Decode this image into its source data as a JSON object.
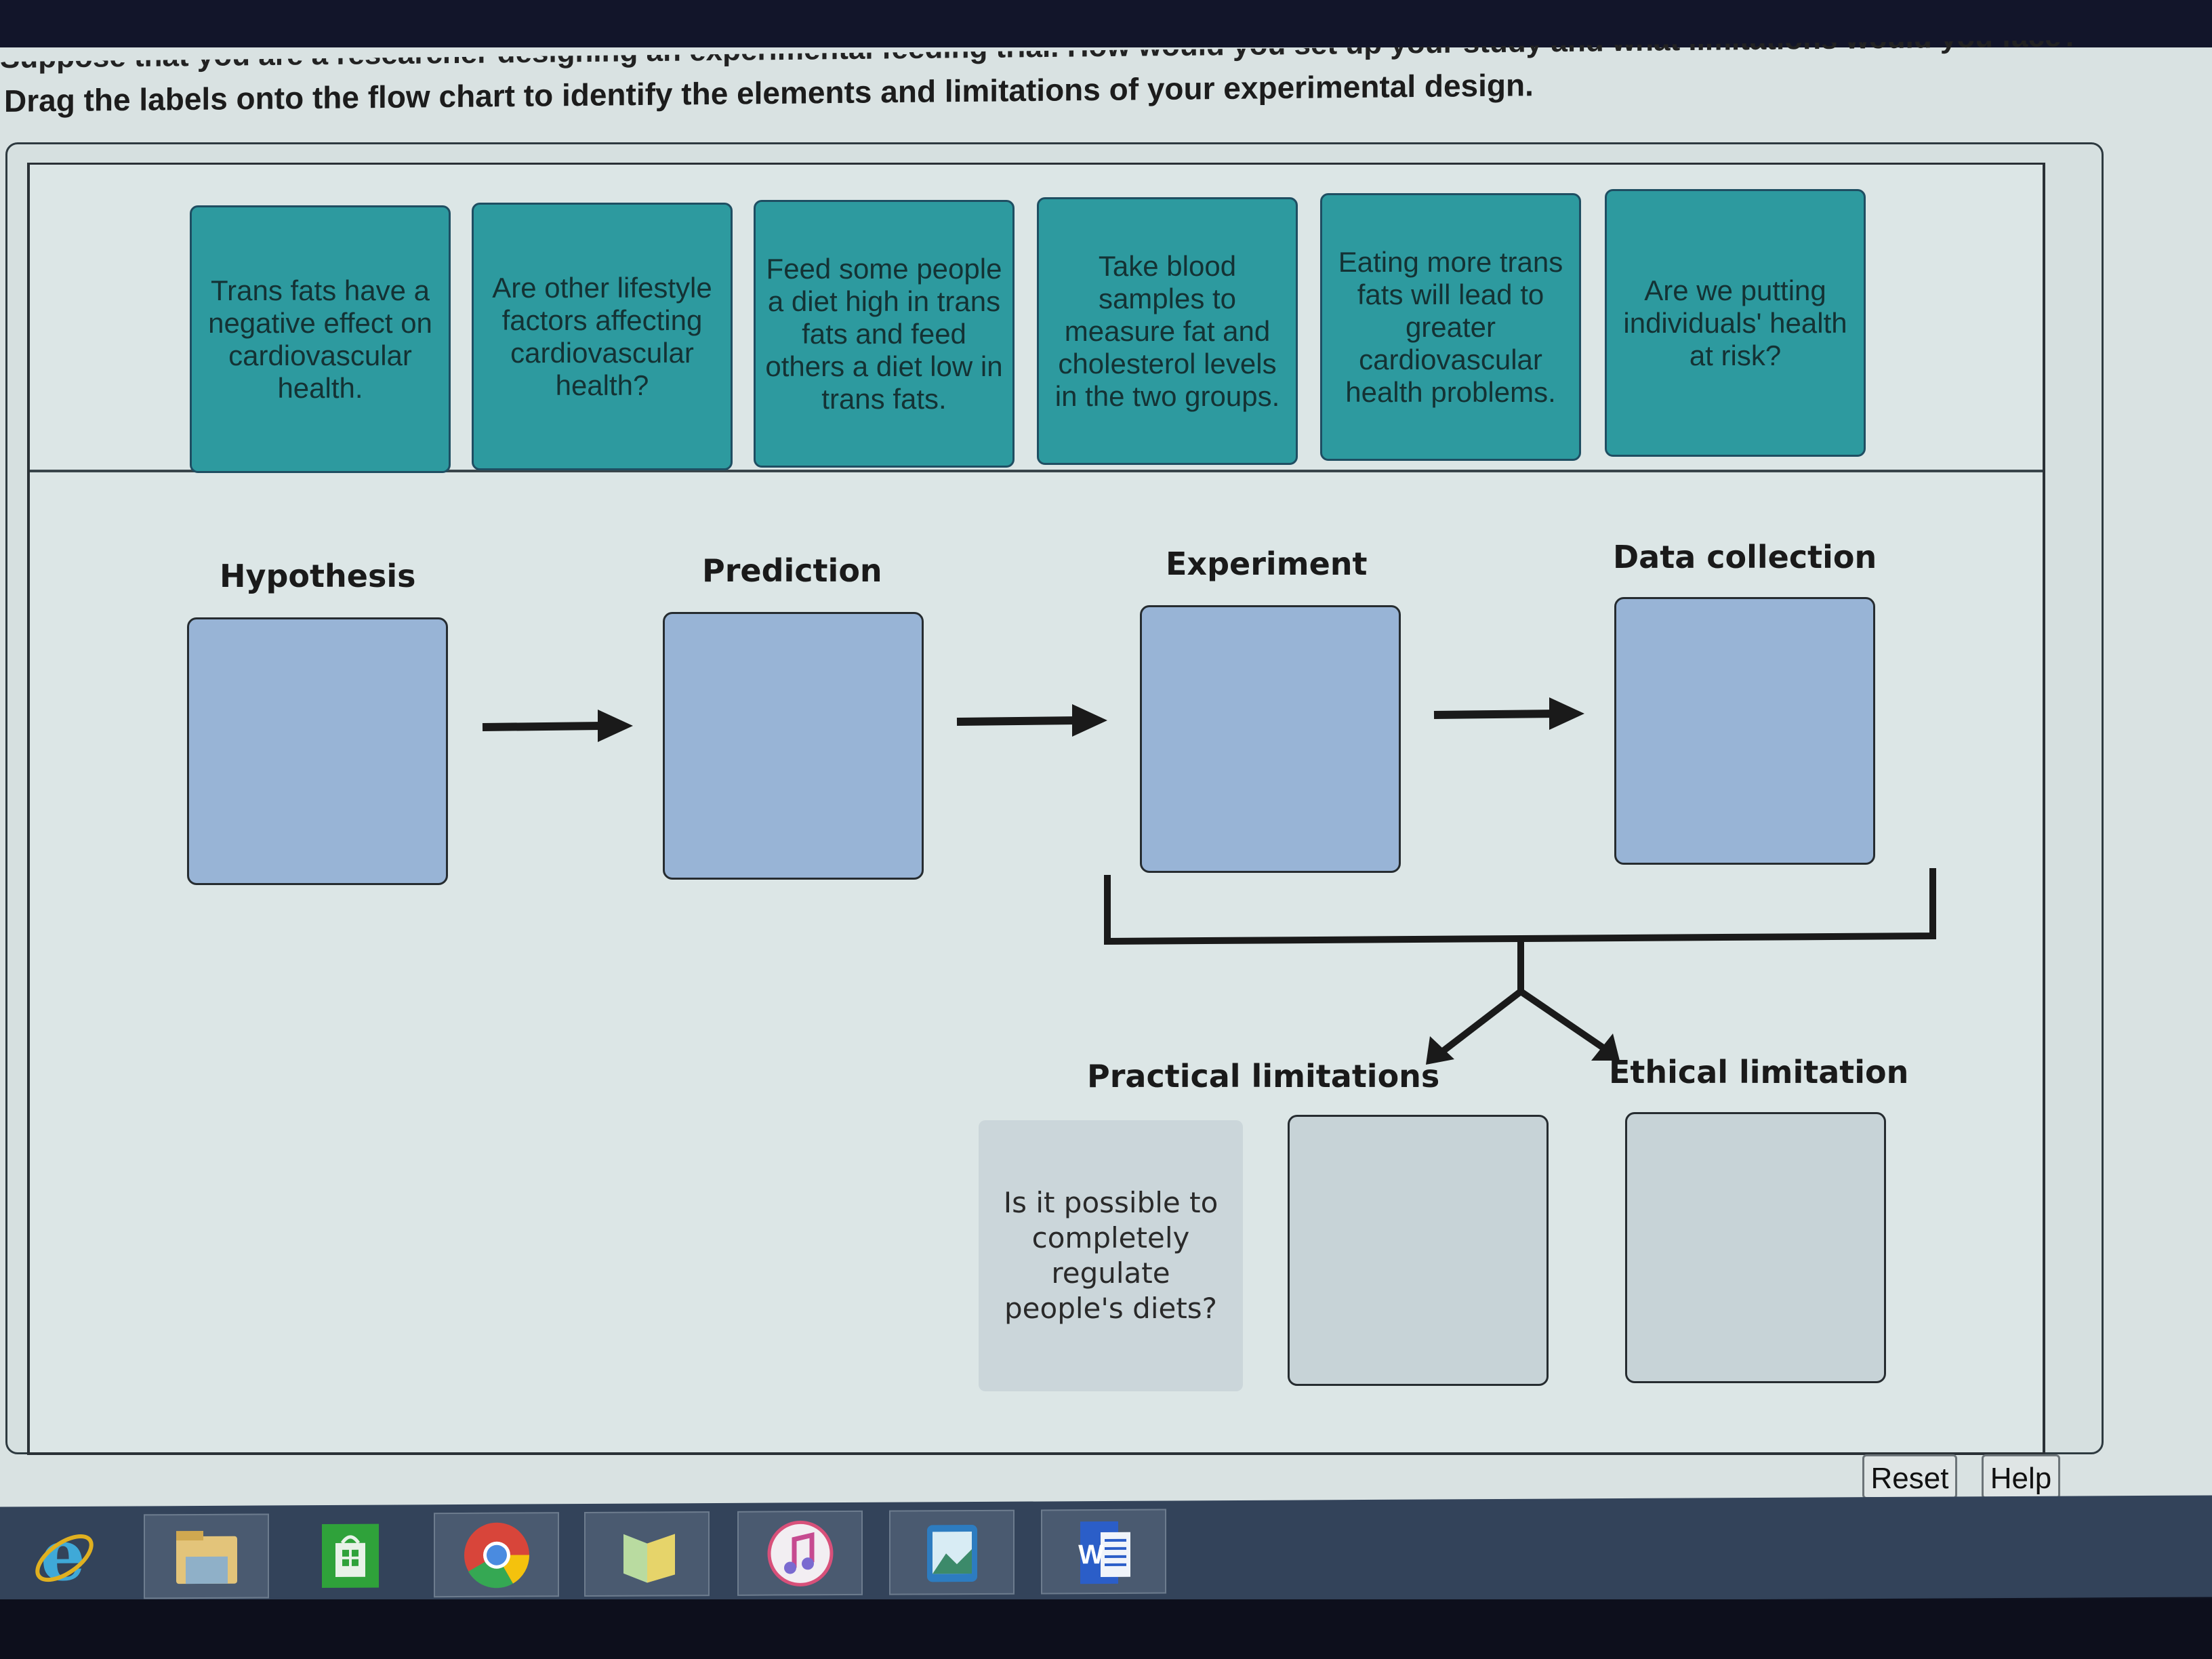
{
  "question_text": "Suppose that you are a researcher designing an experimental feeding trial. How would you set up your study and what limitations would you face?",
  "instructions": "Drag the labels onto the flow chart to identify the elements and limitations of your experimental design.",
  "label_bank": [
    {
      "text": "Trans fats have a negative effect on cardiovascular health."
    },
    {
      "text": "Are other lifestyle factors affecting cardiovascular health?"
    },
    {
      "text": "Feed some people a diet high in trans fats and feed others a diet low in trans fats."
    },
    {
      "text": "Take blood samples to measure fat and cholesterol levels in the two groups."
    },
    {
      "text": "Eating more trans fats will lead to greater cardiovascular health problems."
    },
    {
      "text": "Are we putting individuals' health at risk?"
    }
  ],
  "flow_stages": [
    {
      "label": "Hypothesis",
      "value": ""
    },
    {
      "label": "Prediction",
      "value": ""
    },
    {
      "label": "Experiment",
      "value": ""
    },
    {
      "label": "Data collection",
      "value": ""
    }
  ],
  "limitations": {
    "practical": {
      "label": "Practical limitations",
      "placed_label": "Is it possible to completely regulate people's diets?",
      "empty_slot_value": ""
    },
    "ethical": {
      "label": "Ethical limitation",
      "value": ""
    }
  },
  "buttons": {
    "reset": "Reset",
    "help": "Help"
  },
  "taskbar": [
    {
      "icon": "internet-explorer-icon"
    },
    {
      "icon": "file-explorer-icon"
    },
    {
      "icon": "store-icon"
    },
    {
      "icon": "chrome-icon"
    },
    {
      "icon": "folder-icon"
    },
    {
      "icon": "itunes-icon"
    },
    {
      "icon": "photos-icon"
    },
    {
      "icon": "word-icon",
      "glyph": "W"
    }
  ],
  "colors": {
    "card_teal": "#2d9a9f",
    "target_blue": "#98b4d6",
    "limitation_gray": "#c7d3d7"
  }
}
